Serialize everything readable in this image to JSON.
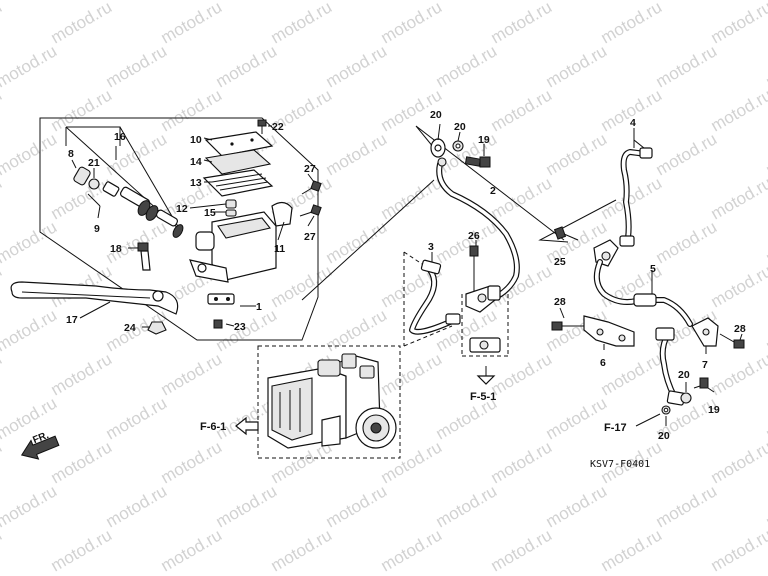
{
  "watermark": {
    "text": "motod.ru"
  },
  "diagram_code": "KSV7-F0401",
  "direction_label": "FR.",
  "references": {
    "f6_1": "F-6-1",
    "f5_1": "F-5-1",
    "f17": "F-17"
  },
  "callouts": {
    "c1": "1",
    "c2": "2",
    "c3": "3",
    "c4": "4",
    "c5": "5",
    "c6": "6",
    "c7": "7",
    "c8": "8",
    "c9": "9",
    "c10": "10",
    "c11": "11",
    "c12": "12",
    "c13": "13",
    "c14": "14",
    "c15": "15",
    "c16": "16",
    "c17": "17",
    "c18": "18",
    "c19a": "19",
    "c19b": "19",
    "c20a": "20",
    "c20b": "20",
    "c20c": "20",
    "c20d": "20",
    "c21": "21",
    "c22": "22",
    "c23": "23",
    "c24": "24",
    "c25": "25",
    "c26": "26",
    "c27a": "27",
    "c27b": "27",
    "c28a": "28",
    "c28b": "28"
  }
}
